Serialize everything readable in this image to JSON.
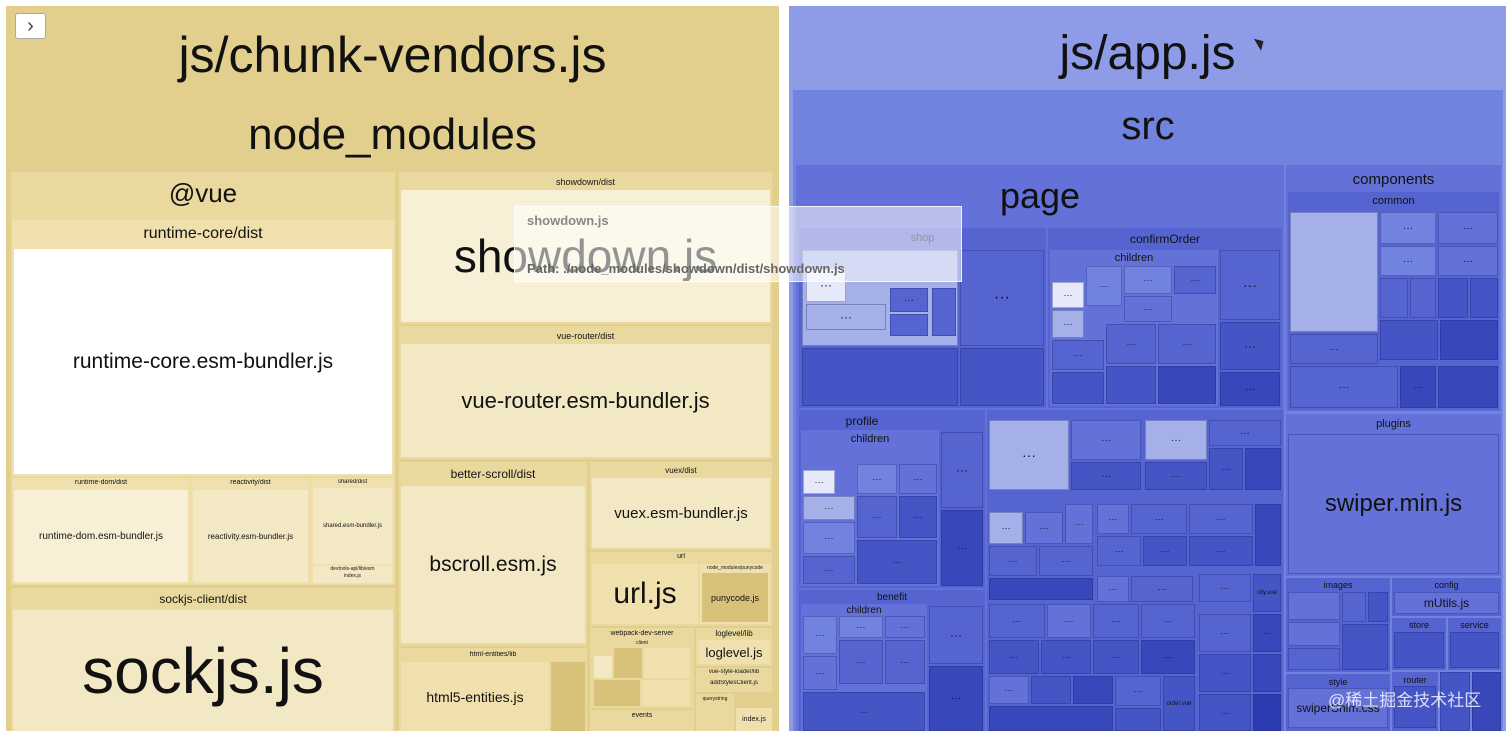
{
  "expand_button": {
    "glyph": "›"
  },
  "vendors": {
    "title": "js/chunk-vendors.js",
    "node_modules": "node_modules",
    "vue": "@vue",
    "runtime_core_dir": "runtime-core/dist",
    "runtime_core_file": "runtime-core.esm-bundler.js",
    "runtime_dom_dir": "runtime-dom/dist",
    "runtime_dom_file": "runtime-dom.esm-bundler.js",
    "reactivity_dir": "reactivity/dist",
    "reactivity_file": "reactivity.esm-bundler.js",
    "shared_dir": "shared/dist",
    "shared_file": "shared.esm-bundler.js",
    "devtools_api": "devtools-api/lib/esm",
    "index_js": "index.js",
    "sockjs_dir": "sockjs-client/dist",
    "sockjs_file": "sockjs.js",
    "showdown_dir": "showdown/dist",
    "showdown_file": "showdown.js",
    "vue_router_dir": "vue-router/dist",
    "vue_router_file": "vue-router.esm-bundler.js",
    "better_scroll_dir": "better-scroll/dist",
    "bscroll_file": "bscroll.esm.js",
    "vuex_dir": "vuex/dist",
    "vuex_file": "vuex.esm-bundler.js",
    "url_dir": "url",
    "url_file": "url.js",
    "punycode_dir": "node_modules/punycode",
    "punycode_file": "punycode.js",
    "html_entities_dir": "html-entities/lib",
    "html5_file": "html5-entities.js",
    "webpack_dev_server": "webpack-dev-server",
    "client": "client",
    "loglevel_dir": "loglevel/lib",
    "loglevel_file": "loglevel.js",
    "vue_style_loader": "vue-style-loader/lib",
    "add_styles": "addStylesClient.js",
    "querystring": "querystring",
    "events": "events",
    "index_js2": "index.js"
  },
  "tooltip": {
    "name": "showdown.js",
    "path": "Path: ./node_modules/showdown/dist/showdown.js"
  },
  "app": {
    "title": "js/app.js",
    "src": "src",
    "page": "page",
    "shop": "shop",
    "confirm_order": "confirmOrder",
    "children": "children",
    "profile": "profile",
    "benefit": "benefit",
    "components": "components",
    "common": "common",
    "plugins": "plugins",
    "swiper_file": "swiper.min.js",
    "images": "images",
    "config": "config",
    "mutils_file": "mUtils.js",
    "store": "store",
    "service": "service",
    "router": "router",
    "style": "style",
    "swiper_short": "swiperShim.css",
    "ellipsis": "···",
    "city_vue": "city.vue",
    "order_vue": "order.vue"
  },
  "watermark": "@稀土掘金技术社区",
  "colors": {
    "vendors_base": "#e2cf8d",
    "app_base": "#8e9be6",
    "highlight": "#ffffff"
  }
}
